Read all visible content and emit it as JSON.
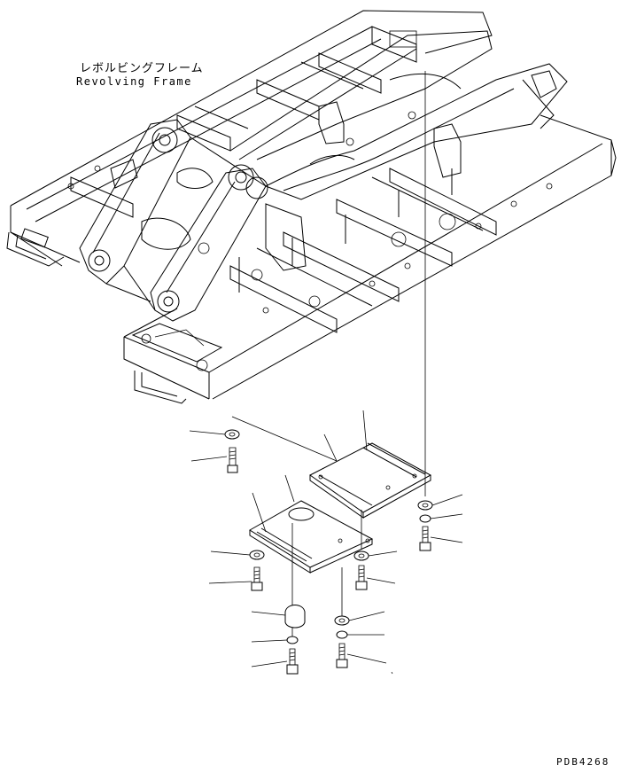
{
  "title": {
    "japanese": "レボルビングフレーム",
    "english": "Revolving Frame"
  },
  "drawing_code": "PDB4268"
}
